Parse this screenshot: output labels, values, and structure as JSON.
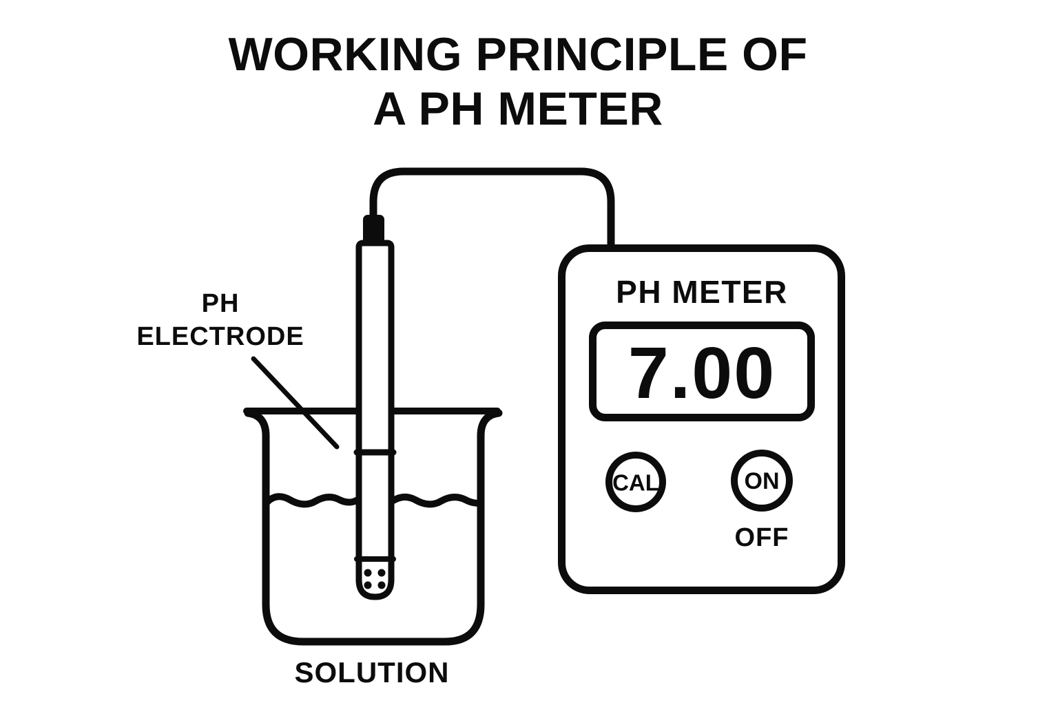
{
  "title": {
    "line1": "WORKING PRINCIPLE OF",
    "line2": "A PH METER"
  },
  "electrode": {
    "label_line1": "PH",
    "label_line2": "ELECTRODE"
  },
  "beaker": {
    "label": "SOLUTION"
  },
  "meter": {
    "title": "PH METER",
    "display_value": "7.00",
    "buttons": [
      {
        "label": "CAL"
      },
      {
        "label": "ON"
      }
    ],
    "off_label": "OFF"
  },
  "colors": {
    "ink": "#0c0c0c",
    "background": "#ffffff"
  }
}
